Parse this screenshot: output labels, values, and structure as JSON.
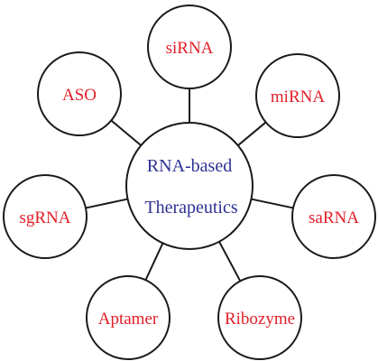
{
  "colors": {
    "outline": "#1a1a1a",
    "center_text": "#2e3192",
    "node_text": "#e21e26"
  },
  "center": {
    "line1": "RNA-based",
    "line2": "Therapeutics"
  },
  "nodes": [
    {
      "id": "sirna",
      "label": "siRNA"
    },
    {
      "id": "mirna",
      "label": "miRNA"
    },
    {
      "id": "sarna",
      "label": "saRNA"
    },
    {
      "id": "ribozyme",
      "label": "Ribozyme"
    },
    {
      "id": "aptamer",
      "label": "Aptamer"
    },
    {
      "id": "sgrna",
      "label": "sgRNA"
    },
    {
      "id": "aso",
      "label": "ASO"
    }
  ]
}
